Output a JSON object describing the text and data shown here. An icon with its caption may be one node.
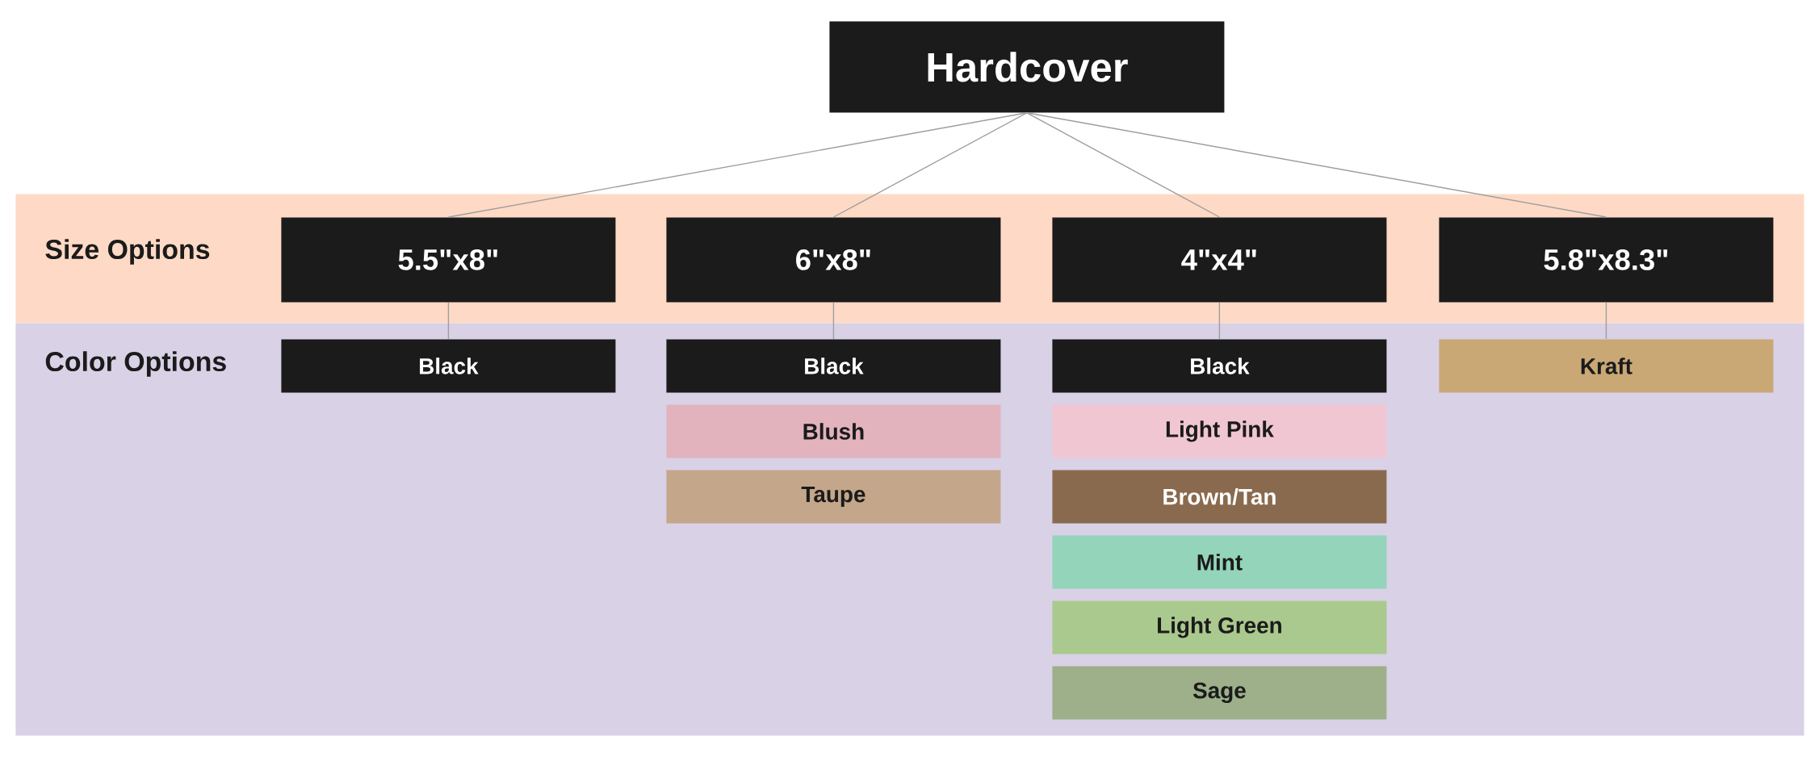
{
  "diagram": {
    "nodes": [
      {
        "text": [
          "Hardcover"
        ]
      },
      {
        "text": [
          "Size Options"
        ]
      },
      {
        "text": [
          "5.5\"x8\""
        ],
        "in": 1
      },
      {
        "text": [
          "6\"x8\""
        ],
        "in": 1
      },
      {
        "text": [
          "4\"x4\""
        ],
        "in": 1
      },
      {
        "text": [
          "5.8\"x8.3\""
        ],
        "in": 1
      },
      {
        "text": [
          "Color Options"
        ]
      },
      {
        "text": [
          "Black"
        ],
        "in": 6
      },
      {
        "text": [
          "Black"
        ],
        "in": 6
      },
      {
        "text": [
          "Blush"
        ],
        "in": 6
      },
      {
        "text": [
          "Taupe"
        ],
        "in": 6
      },
      {
        "text": [
          "Black"
        ],
        "in": 6
      },
      {
        "text": [
          "Light Pink"
        ],
        "in": 6
      },
      {
        "text": [
          "Brown/Tan"
        ],
        "in": 6
      },
      {
        "text": [
          "Mint"
        ],
        "in": 6
      },
      {
        "text": [
          "Light Green"
        ],
        "in": 6
      },
      {
        "text": [
          "Sage"
        ],
        "in": 6
      },
      {
        "text": [
          "Kraft"
        ],
        "in": 6
      }
    ],
    "edges": [
      {
        "from": 0,
        "to": 2,
        "arrow": "none"
      },
      {
        "from": 0,
        "to": 3,
        "arrow": "none"
      },
      {
        "from": 0,
        "to": 4,
        "arrow": "none"
      },
      {
        "from": 0,
        "to": 5,
        "arrow": "none"
      },
      {
        "from": 2,
        "to": 7,
        "arrow": "none"
      },
      {
        "from": 3,
        "to": 8,
        "arrow": "none"
      },
      {
        "from": 4,
        "to": 11,
        "arrow": "none"
      },
      {
        "from": 5,
        "to": 17,
        "arrow": "none"
      }
    ]
  }
}
